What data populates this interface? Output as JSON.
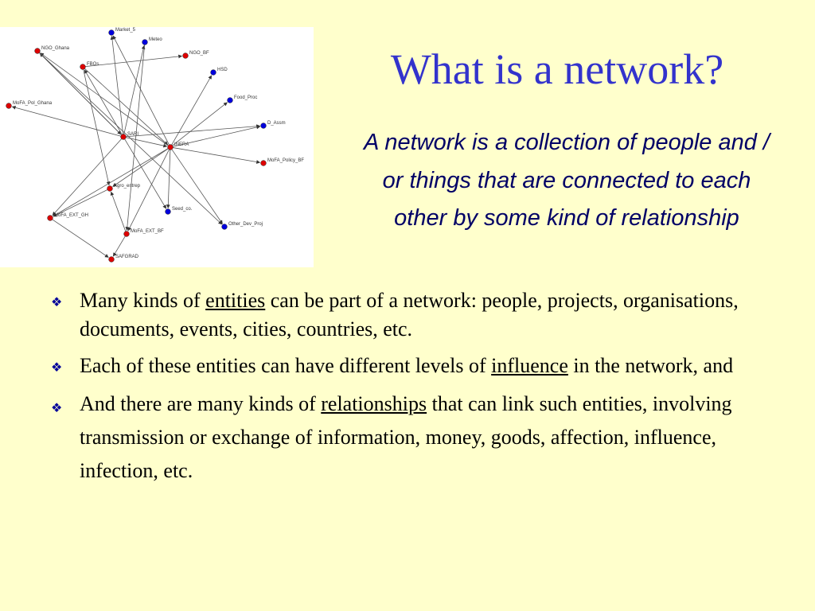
{
  "colors": {
    "background": "#ffffcc",
    "title": "#3333cc",
    "definition": "#000066",
    "bullet_glyph": "#000099",
    "node_red": "#dd0000",
    "node_blue": "#0000dd"
  },
  "title": "What is a network?",
  "definition": "A network is a collection of people and / or things that are connected to each other by some kind of relationship",
  "bullets": [
    {
      "icon": "diamond-bullet-icon",
      "before": "Many kinds of ",
      "emphasis": "entities",
      "after": " can be part of a network: people, projects, organisations, documents, events, cities, countries, etc."
    },
    {
      "icon": "diamond-bullet-icon",
      "before": "Each of these entities can have different levels of ",
      "emphasis": "influence",
      "after": " in the network, and"
    },
    {
      "icon": "diamond-bullet-icon",
      "before": "And there are many kinds of ",
      "emphasis": "relationships",
      "after": " that can link such entities, involving transmission or exchange of information, money, goods, affection, influence, infection, etc."
    }
  ],
  "network": {
    "nodes": [
      {
        "id": "Market_5",
        "color": "blue"
      },
      {
        "id": "Meteo",
        "color": "blue"
      },
      {
        "id": "NGO_Ghana",
        "color": "red"
      },
      {
        "id": "NGO_BF",
        "color": "red"
      },
      {
        "id": "FBOs",
        "color": "red"
      },
      {
        "id": "HSD",
        "color": "blue"
      },
      {
        "id": "Food_Proc",
        "color": "blue"
      },
      {
        "id": "MoFA_Pol_Ghana",
        "color": "red"
      },
      {
        "id": "D_Assm",
        "color": "blue"
      },
      {
        "id": "SARI",
        "color": "red"
      },
      {
        "id": "INERA",
        "color": "red"
      },
      {
        "id": "MoFA_Policy_BF",
        "color": "red"
      },
      {
        "id": "Agro_entrep",
        "color": "red"
      },
      {
        "id": "Seed_co.",
        "color": "blue"
      },
      {
        "id": "MoFA_EXT_GH",
        "color": "red"
      },
      {
        "id": "Other_Dev_Proj",
        "color": "blue"
      },
      {
        "id": "MoFA_EXT_BF",
        "color": "red"
      },
      {
        "id": "SAFGRAD",
        "color": "red"
      }
    ],
    "edges": [
      [
        "SARI",
        "NGO_Ghana"
      ],
      [
        "SARI",
        "FBOs"
      ],
      [
        "SARI",
        "Market_5"
      ],
      [
        "SARI",
        "Meteo"
      ],
      [
        "SARI",
        "MoFA_Pol_Ghana"
      ],
      [
        "SARI",
        "D_Assm"
      ],
      [
        "SARI",
        "INERA"
      ],
      [
        "SARI",
        "Seed_co."
      ],
      [
        "SARI",
        "MoFA_EXT_GH"
      ],
      [
        "FBOs",
        "NGO_BF"
      ],
      [
        "FBOs",
        "Agro_entrep"
      ],
      [
        "FBOs",
        "INERA"
      ],
      [
        "INERA",
        "NGO_Ghana"
      ],
      [
        "INERA",
        "Market_5"
      ],
      [
        "INERA",
        "HSD"
      ],
      [
        "INERA",
        "Food_Proc"
      ],
      [
        "INERA",
        "D_Assm"
      ],
      [
        "INERA",
        "MoFA_Policy_BF"
      ],
      [
        "INERA",
        "Seed_co."
      ],
      [
        "INERA",
        "Other_Dev_Proj"
      ],
      [
        "INERA",
        "MoFA_EXT_BF"
      ],
      [
        "INERA",
        "Agro_entrep"
      ],
      [
        "INERA",
        "MoFA_EXT_GH"
      ],
      [
        "NGO_Ghana",
        "Other_Dev_Proj"
      ],
      [
        "Agro_entrep",
        "MoFA_EXT_GH"
      ],
      [
        "MoFA_EXT_BF",
        "Agro_entrep"
      ],
      [
        "MoFA_EXT_BF",
        "SAFGRAD"
      ],
      [
        "MoFA_EXT_GH",
        "SAFGRAD"
      ],
      [
        "Meteo",
        "MoFA_EXT_BF"
      ],
      [
        "NGO_Ghana",
        "SARI"
      ]
    ]
  }
}
